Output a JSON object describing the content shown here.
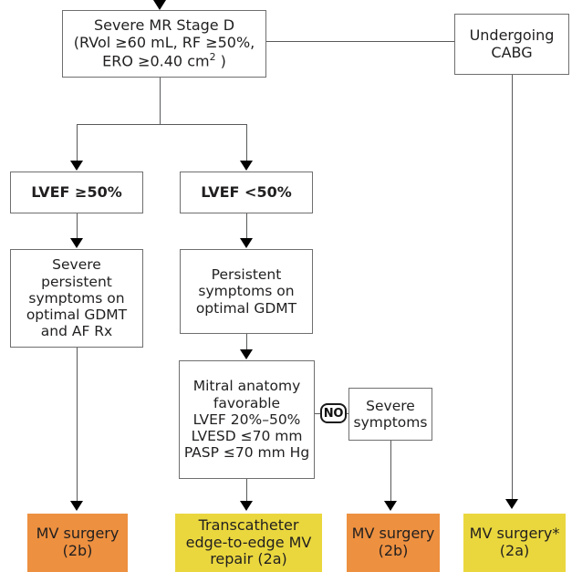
{
  "diagram": {
    "title": "Severe Mitral Regurgitation Stage D management algorithm",
    "colors": {
      "orange": "#ed9040",
      "yellow": "#ead73e",
      "box_border": "#6f6f6f",
      "connector": "#58595b",
      "arrow": "#000000",
      "text": "#211f1f"
    }
  },
  "nodes": {
    "severe_mr": {
      "line1": "Severe MR Stage D",
      "line2": "(RVol ≥60 mL, RF ≥50%,",
      "line3_a": "ERO ≥0.40 cm",
      "line3_sup": "2",
      "line3_b": " )"
    },
    "cabg": {
      "line1": "Undergoing",
      "line2": "CABG"
    },
    "lvef_high": {
      "label": "LVEF ≥50%"
    },
    "lvef_low": {
      "label": "LVEF <50%"
    },
    "severe_persistent": {
      "line1": "Severe",
      "line2": "persistent",
      "line3": "symptoms on",
      "line4": "optimal GDMT",
      "line5": "and AF Rx"
    },
    "persistent": {
      "line1": "Persistent",
      "line2": "symptoms on",
      "line3": "optimal GDMT"
    },
    "mitral_anatomy": {
      "line1": "Mitral anatomy",
      "line2": "favorable",
      "line3": "LVEF 20%–50%",
      "line4": "LVESD ≤70 mm",
      "line5": "PASP ≤70 mm Hg"
    },
    "severe_symptoms": {
      "line1": "Severe",
      "line2": "symptoms"
    },
    "outcome_mv_surgery_2b_left": {
      "line1": "MV surgery",
      "line2": "(2b)"
    },
    "outcome_teer": {
      "line1": "Transcatheter",
      "line2": "edge-to-edge MV",
      "line3": "repair (2a)"
    },
    "outcome_mv_surgery_2b_right": {
      "line1": "MV surgery",
      "line2": "(2b)"
    },
    "outcome_mv_surgery_2a": {
      "line1": "MV surgery*",
      "line2": "(2a)"
    }
  },
  "edge_labels": {
    "no": "NO"
  }
}
